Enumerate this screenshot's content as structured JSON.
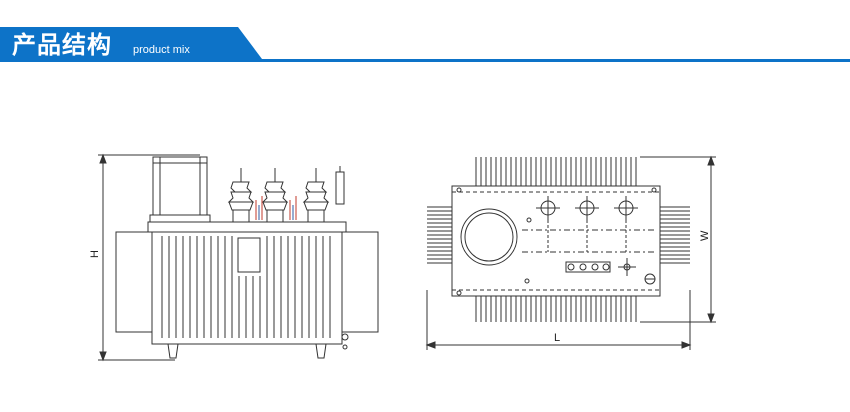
{
  "header": {
    "title": "产品结构",
    "subtitle": "product mix",
    "accent_color": "#0d73c8"
  },
  "front_view": {
    "height_label": "H"
  },
  "top_view": {
    "width_label": "W",
    "length_label": "L"
  }
}
